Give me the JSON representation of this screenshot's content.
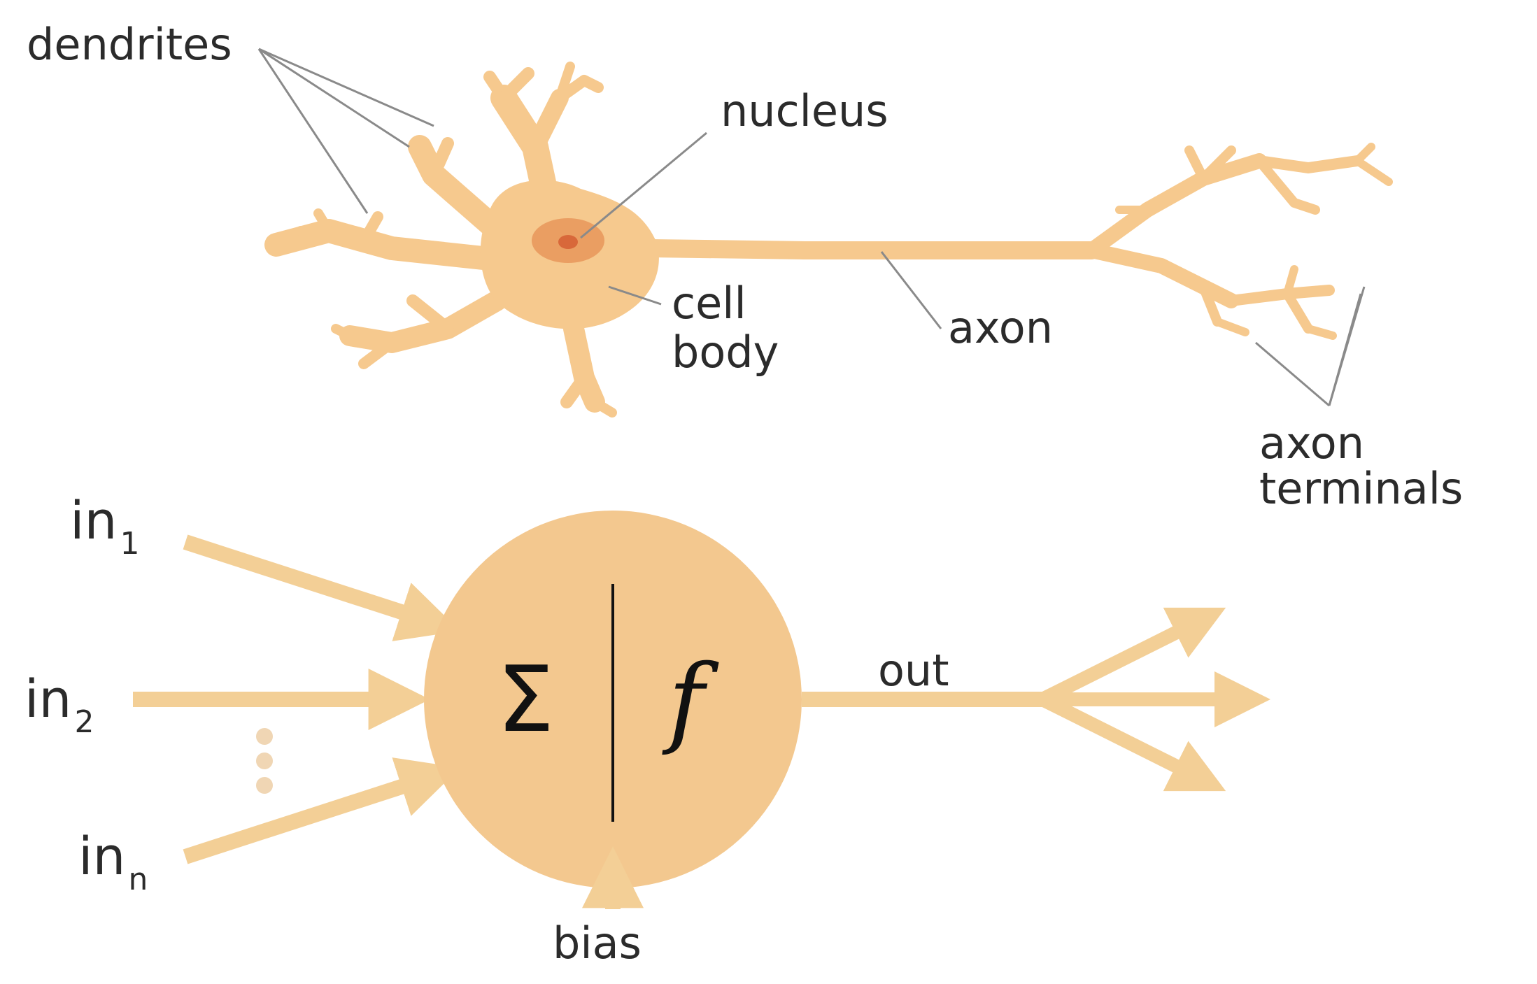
{
  "colors": {
    "neuron_fill": "#f6c98e",
    "neuron_stroke": "#d9a765",
    "nucleus_outer": "#e8965a",
    "nucleus_inner": "#d8683a",
    "arrow": "#f3cf96",
    "circle": "#f3c88f",
    "text": "#2b2b2b",
    "leader": "#8a8a8a"
  },
  "biological_neuron": {
    "labels": {
      "dendrites": "dendrites",
      "nucleus": "nucleus",
      "cell": "cell",
      "body": "body",
      "axon": "axon",
      "axon_terminals_1": "axon",
      "axon_terminals_2": "terminals"
    }
  },
  "artificial_neuron": {
    "inputs": [
      {
        "base": "in",
        "subscript": "1"
      },
      {
        "base": "in",
        "subscript": "2"
      },
      {
        "base": "in",
        "subscript": "n"
      }
    ],
    "sum_symbol": "Σ",
    "activation_symbol": "f",
    "output_label": "out",
    "bias_label": "bias"
  }
}
